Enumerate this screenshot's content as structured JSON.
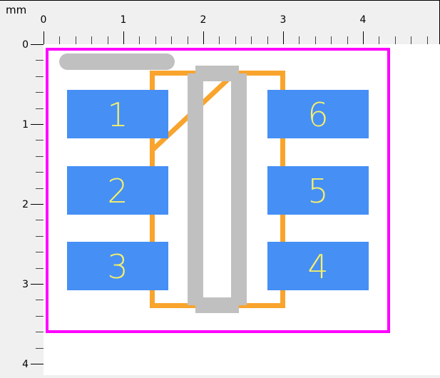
{
  "ruler": {
    "unit": "mm",
    "x_labels": [
      "0",
      "1",
      "2",
      "3",
      "4"
    ],
    "y_labels": [
      "0",
      "1",
      "2",
      "3",
      "4"
    ],
    "minor_step_mm": 0.2
  },
  "footprint": {
    "pads_left": [
      "1",
      "2",
      "3"
    ],
    "pads_right": [
      "6",
      "5",
      "4"
    ]
  },
  "colors": {
    "pad": "#468ff5",
    "pad_label": "#f5f06a",
    "courtyard": "#ff00ff",
    "silkscreen": "#f9a42d",
    "assembly": "#c0c0c0",
    "ruler_bg": "#f0f0f0"
  }
}
